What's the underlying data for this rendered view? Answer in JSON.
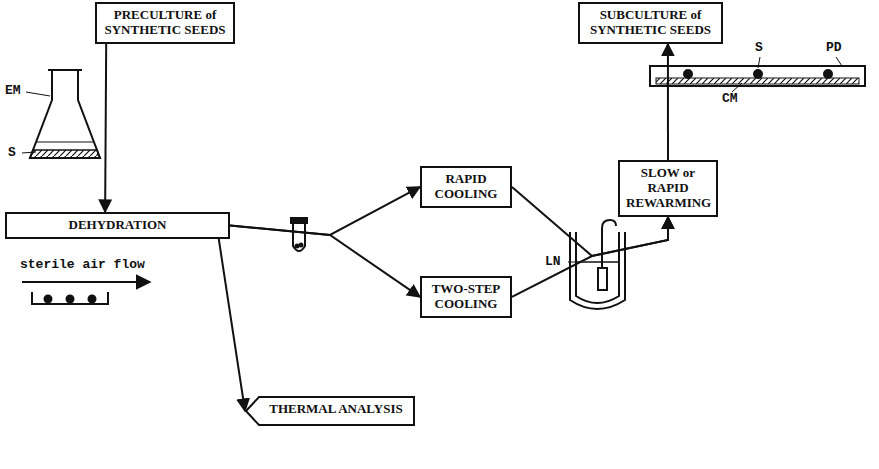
{
  "diagram": {
    "nodes": [
      {
        "text": [
          "PRECULTURE of SYNTHETIC SEEDS"
        ]
      },
      {
        "text": [
          "DEHYDRATION"
        ]
      },
      {
        "text": [
          "THERMAL ANALYSIS"
        ]
      },
      {
        "text": [
          "RAPID COOLING"
        ]
      },
      {
        "text": [
          "TWO-STEP COOLING"
        ]
      },
      {
        "text": [
          "SLOW or RAPID REWARMING"
        ]
      },
      {
        "text": [
          "SUBCULTURE of SYNTHETIC SEEDS"
        ]
      }
    ],
    "edges": [
      {
        "from": 0,
        "to": 1,
        "arrow": "to"
      },
      {
        "from": 1,
        "to": 2,
        "arrow": "to"
      },
      {
        "from": 1,
        "to": 3,
        "arrow": "to"
      },
      {
        "from": 1,
        "to": 4,
        "arrow": "to"
      },
      {
        "from": 3,
        "to": 5,
        "arrow": "to"
      },
      {
        "from": 4,
        "to": 5,
        "arrow": "to"
      },
      {
        "from": 5,
        "to": 6,
        "arrow": "to"
      }
    ],
    "labels": [
      "EM",
      "S",
      "sterile air flow",
      "LN",
      "S",
      "PD",
      "CM"
    ]
  }
}
